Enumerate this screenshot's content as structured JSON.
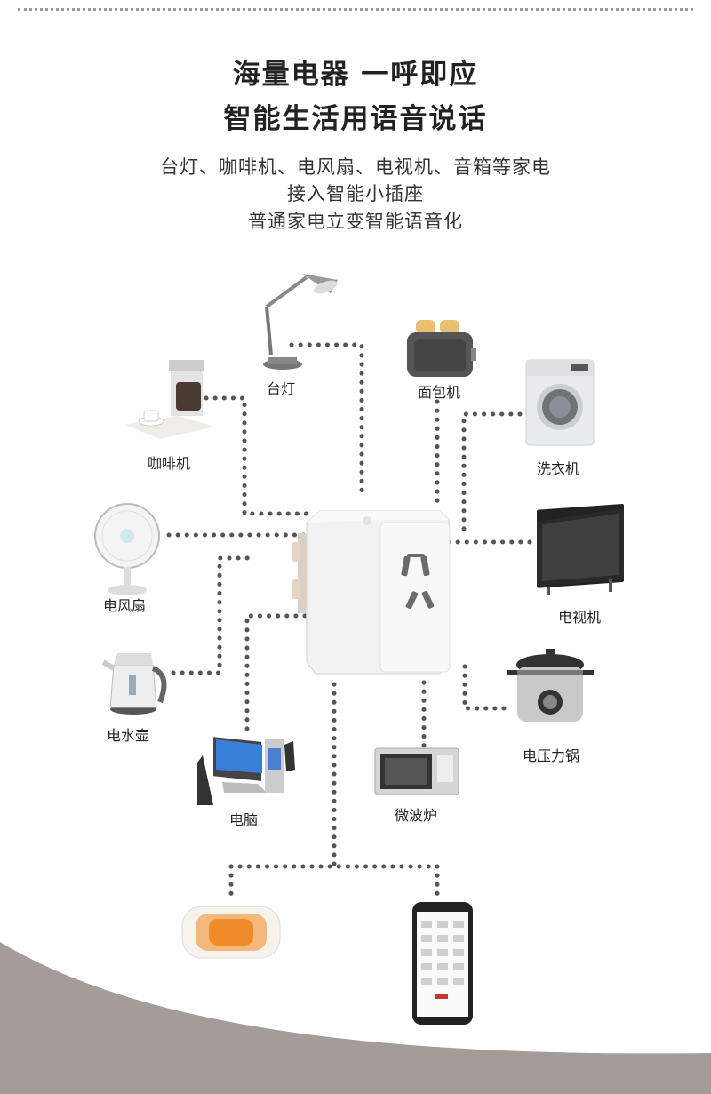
{
  "heading": {
    "line1": "海量电器 一呼即应",
    "line2": "智能生活用语音说话"
  },
  "subheading": {
    "line1": "台灯、咖啡机、电风扇、电视机、音箱等家电",
    "line2": "接入智能小插座",
    "line3": "普通家电立变智能语音化"
  },
  "appliances": {
    "lamp": "台灯",
    "toaster": "面包机",
    "coffee": "咖啡机",
    "washer": "洗衣机",
    "fan": "电风扇",
    "tv": "电视机",
    "kettle": "电水壶",
    "cooker": "电压力锅",
    "computer": "电脑",
    "microwave": "微波炉"
  },
  "colors": {
    "dots": "#5a5a5a",
    "background_curve": "#a39c99",
    "speaker_accent": "#f08a2b"
  }
}
